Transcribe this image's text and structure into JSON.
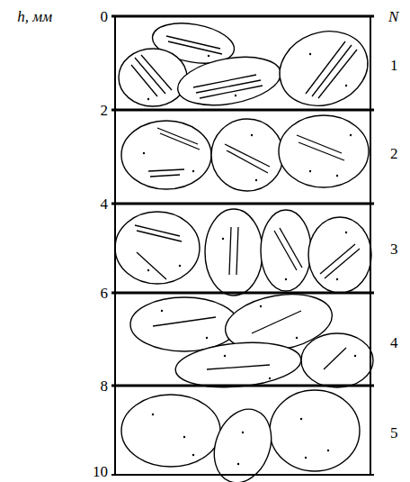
{
  "diagram": {
    "labels": [
      "h, мм",
      "0",
      "2",
      "4",
      "6",
      "8",
      "10",
      "N",
      "1",
      "2",
      "3",
      "4",
      "5"
    ]
  }
}
